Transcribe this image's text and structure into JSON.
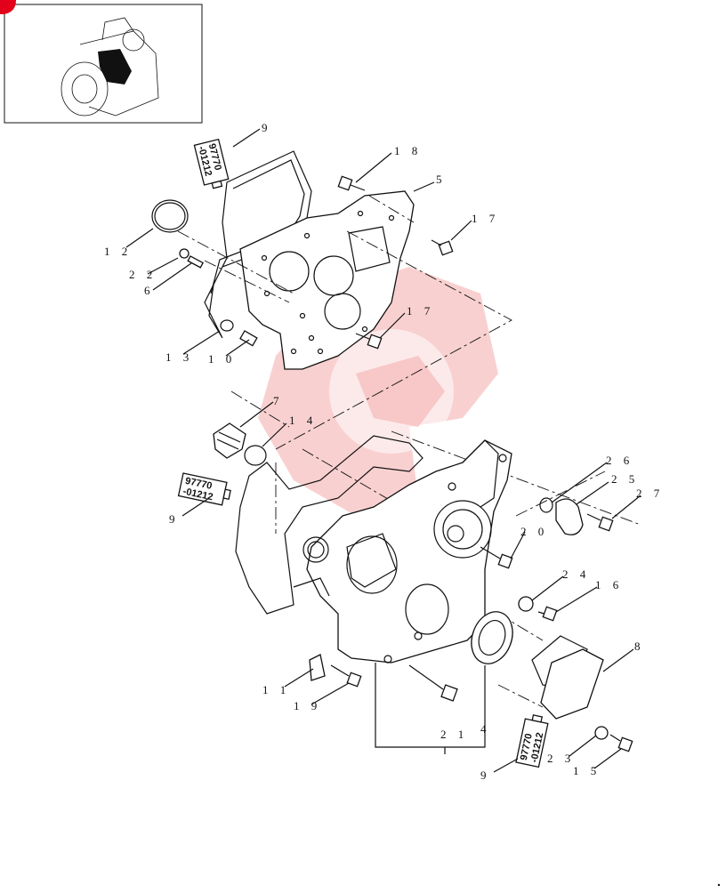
{
  "thumbnail": {
    "icon": "engine-thumbnail-icon",
    "corner_badge_color": "#e3001b"
  },
  "sealant_tube_text": {
    "line1": "97770",
    "line2": "-01212"
  },
  "callouts": {
    "c1": "1 2",
    "c2": "2 2",
    "c3": "6",
    "c4": "1 3",
    "c5": "1 0",
    "c6": "9",
    "c7": "1 8",
    "c8": "5",
    "c9": "1 7",
    "c10": "1 7",
    "c11": "7",
    "c12": "1 4",
    "c13": "9",
    "c14": "2 6",
    "c15": "2 5",
    "c16": "2 7",
    "c17": "2 0",
    "c18": "2 4",
    "c19": "1 6",
    "c20": "8",
    "c21": "1 1",
    "c22": "1 9",
    "c23": "2 1",
    "c24": "4",
    "c25": "9",
    "c26": "2 3",
    "c27": "1 5"
  },
  "colors": {
    "line": "#111111",
    "watermark": "#f4a9a9",
    "badge": "#e3001b"
  }
}
